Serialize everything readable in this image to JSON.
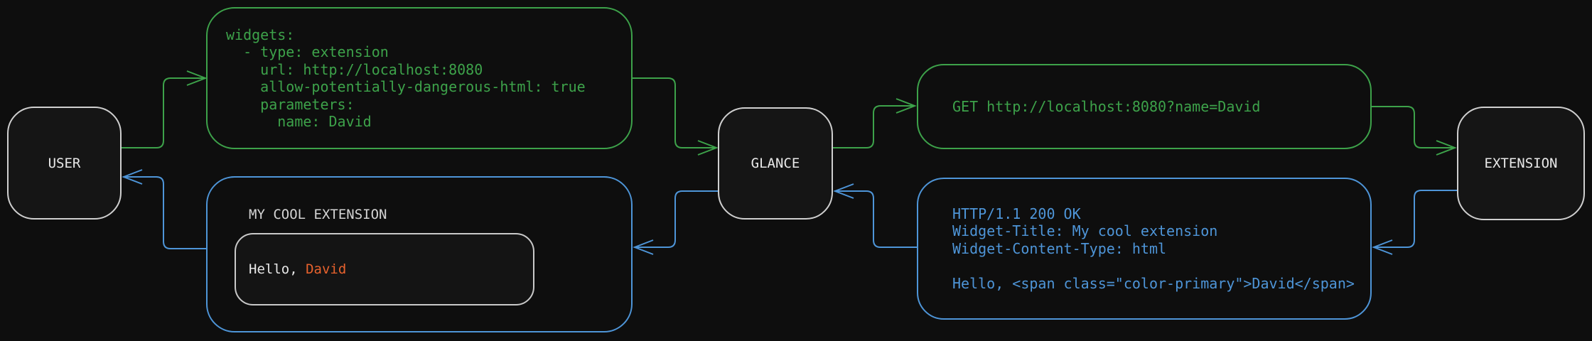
{
  "colors": {
    "background": "#0e0e0e",
    "green": "#3da24a",
    "blue": "#4e95d8",
    "orange": "#e8622d",
    "node_border": "#cfcfcf",
    "node_fill": "#151515",
    "inner_border": "#c9c9c9",
    "text": "#e8e8e8",
    "muted_text": "#d4d4d4"
  },
  "nodes": {
    "user": {
      "label": "USER"
    },
    "glance": {
      "label": "GLANCE"
    },
    "extension": {
      "label": "EXTENSION"
    }
  },
  "messages": {
    "config_yaml": {
      "code": "widgets:\n  - type: extension\n    url: http://localhost:8080\n    allow-potentially-dangerous-html: true\n    parameters:\n      name: David"
    },
    "request": {
      "code": "GET http://localhost:8080?name=David"
    },
    "response": {
      "code": "HTTP/1.1 200 OK\nWidget-Title: My cool extension\nWidget-Content-Type: html\n\nHello, <span class=\"color-primary\">David</span>"
    },
    "widget_preview": {
      "title": "MY COOL EXTENSION",
      "greeting_prefix": "Hello, ",
      "greeting_name": "David"
    }
  },
  "edges": [
    {
      "from": "user",
      "to": "config_yaml",
      "color": "green"
    },
    {
      "from": "config_yaml",
      "to": "glance",
      "color": "green"
    },
    {
      "from": "glance",
      "to": "request",
      "color": "green"
    },
    {
      "from": "request",
      "to": "extension",
      "color": "green"
    },
    {
      "from": "extension",
      "to": "response",
      "color": "blue"
    },
    {
      "from": "response",
      "to": "glance",
      "color": "blue"
    },
    {
      "from": "glance",
      "to": "widget_preview",
      "color": "blue"
    },
    {
      "from": "widget_preview",
      "to": "user",
      "color": "blue"
    }
  ]
}
